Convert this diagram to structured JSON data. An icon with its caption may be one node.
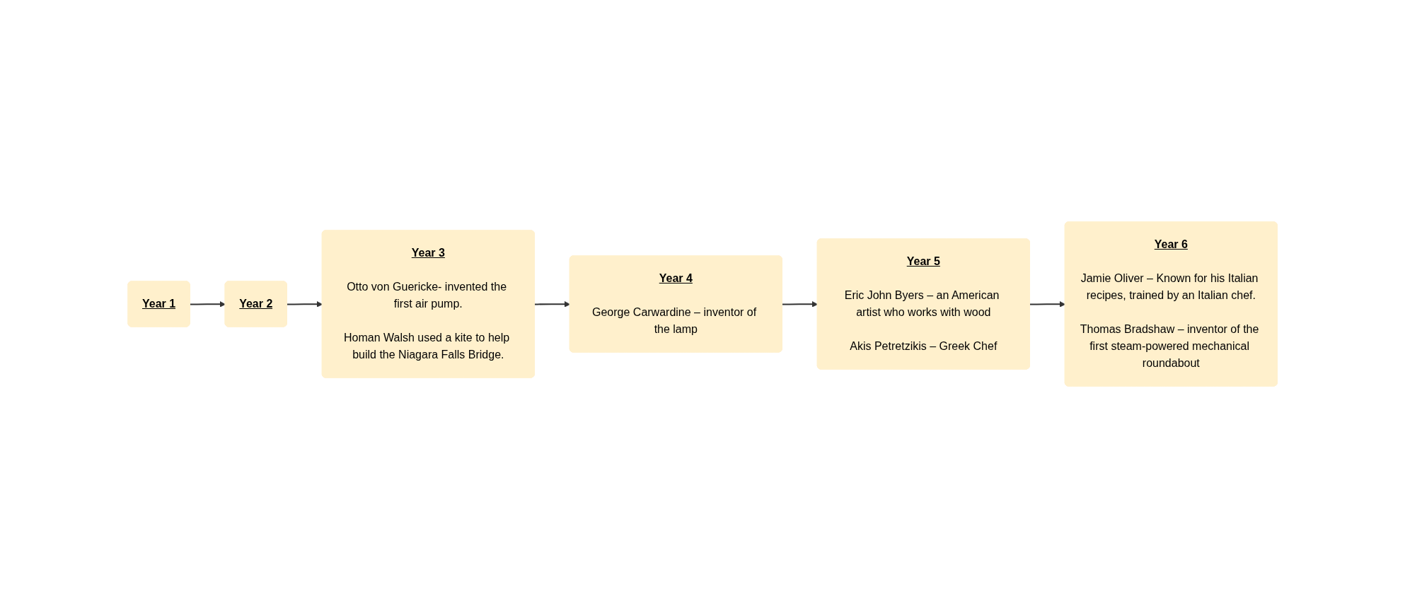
{
  "diagram": {
    "nodes": [
      {
        "text": [
          "Year 1"
        ]
      },
      {
        "text": [
          "Year 2"
        ]
      },
      {
        "text": [
          "Year 3",
          "Otto von Guericke- invented the first air pump.",
          "Homan Walsh used a kite to help build the Niagara Falls Bridge."
        ]
      },
      {
        "text": [
          "Year 4",
          "George Carwardine – inventor of the lamp"
        ]
      },
      {
        "text": [
          "Year 5",
          "Eric John Byers – an American artist who works with wood",
          "Akis Petretzikis – Greek Chef"
        ]
      },
      {
        "text": [
          "Year 6",
          "Jamie Oliver – Known for his Italian recipes, trained by an Italian chef.",
          "Thomas Bradshaw – inventor of the first steam-powered mechanical roundabout"
        ]
      }
    ],
    "edges": [
      {
        "from": 0,
        "to": 1,
        "arrow": "to"
      },
      {
        "from": 1,
        "to": 2,
        "arrow": "to"
      },
      {
        "from": 2,
        "to": 3,
        "arrow": "to"
      },
      {
        "from": 3,
        "to": 4,
        "arrow": "to"
      },
      {
        "from": 4,
        "to": 5,
        "arrow": "to"
      }
    ]
  }
}
